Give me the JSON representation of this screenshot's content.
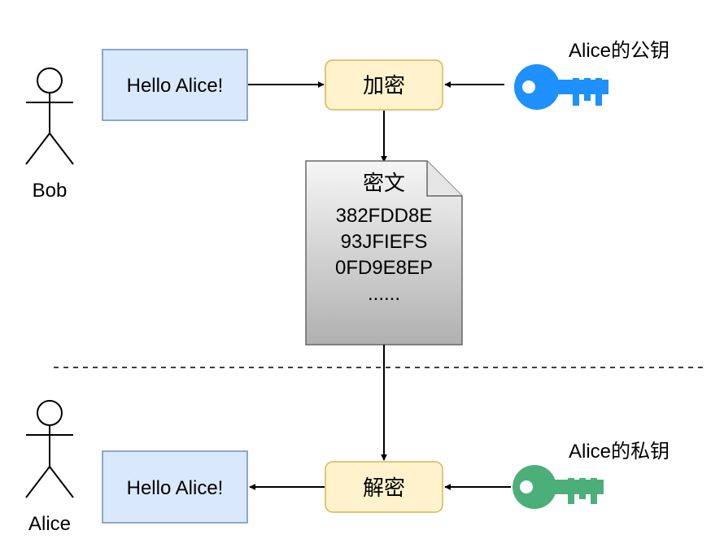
{
  "actors": {
    "sender": {
      "name": "Bob"
    },
    "receiver": {
      "name": "Alice"
    }
  },
  "message": {
    "plaintext_top": "Hello Alice!",
    "plaintext_bottom": "Hello Alice!"
  },
  "process": {
    "encrypt_label": "加密",
    "decrypt_label": "解密"
  },
  "ciphertext": {
    "title": "密文",
    "lines": [
      "382FDD8E",
      "93JFIEFS",
      "0FD9E8EP",
      "......"
    ]
  },
  "keys": {
    "public_key_label": "Alice的公钥",
    "private_key_label": "Alice的私钥",
    "public_key_color": "#1E90FF",
    "private_key_color": "#4CAF7A"
  },
  "colors": {
    "message_fill": "#DAE8FC",
    "message_stroke": "#6C8EBF",
    "process_fill": "#FFF2CC",
    "process_stroke": "#D6B656",
    "document_stroke": "#666666"
  }
}
